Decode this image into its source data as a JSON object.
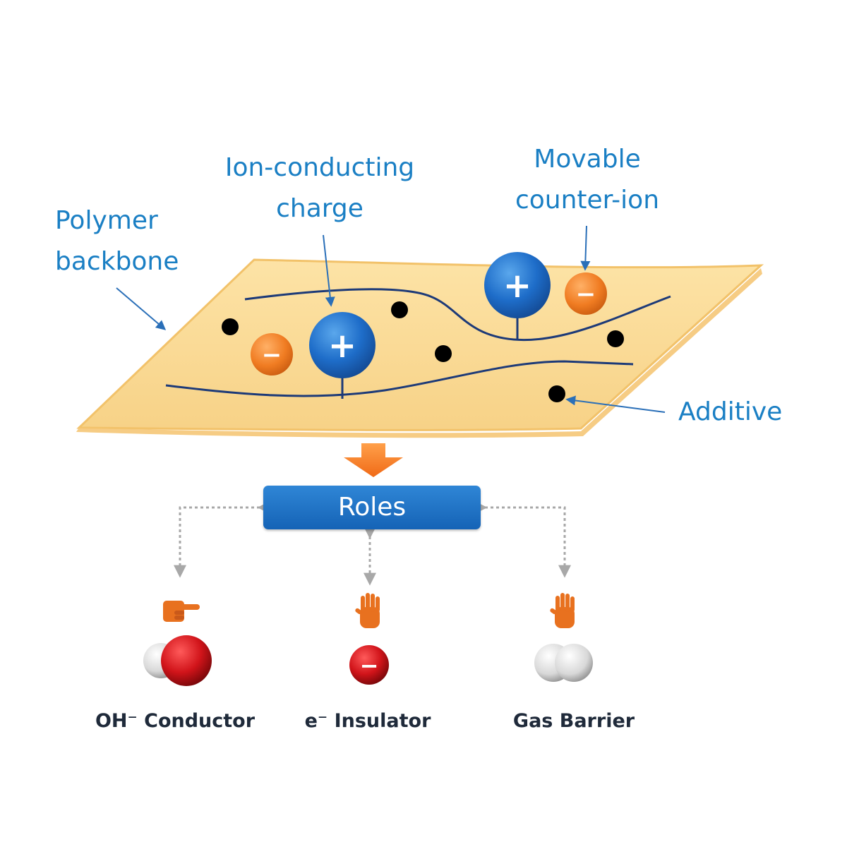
{
  "labels": {
    "polymer_backbone": [
      "Polymer",
      "backbone"
    ],
    "ion_conducting_charge": [
      "Ion-conducting",
      "charge"
    ],
    "movable_counter_ion": [
      "Movable",
      "counter-ion"
    ],
    "additive": "Additive"
  },
  "roles": {
    "title": "Roles",
    "items": [
      {
        "label": "OH⁻ Conductor",
        "hand_icon": "pointing-hand-icon",
        "molecule_icon": "hydroxide-molecule-icon"
      },
      {
        "label": "e⁻ Insulator",
        "hand_icon": "stop-hand-icon",
        "molecule_icon": "electron-icon"
      },
      {
        "label": "Gas Barrier",
        "hand_icon": "stop-hand-icon",
        "molecule_icon": "hydrogen-molecule-icon"
      }
    ]
  },
  "symbols": {
    "plus": "+",
    "minus": "−"
  },
  "colors": {
    "label_text": "#1a7fc4",
    "sheet": "#fbd98f",
    "cation": "#1e6dc9",
    "anion": "#f07c22",
    "chain": "#1d3a78",
    "roles_box": "#1f6fc4",
    "arrow_down": "#f28a2e",
    "hand": "#e8711f",
    "oxygen": "#d1141a",
    "hydrogen": "#d8d8d8"
  }
}
